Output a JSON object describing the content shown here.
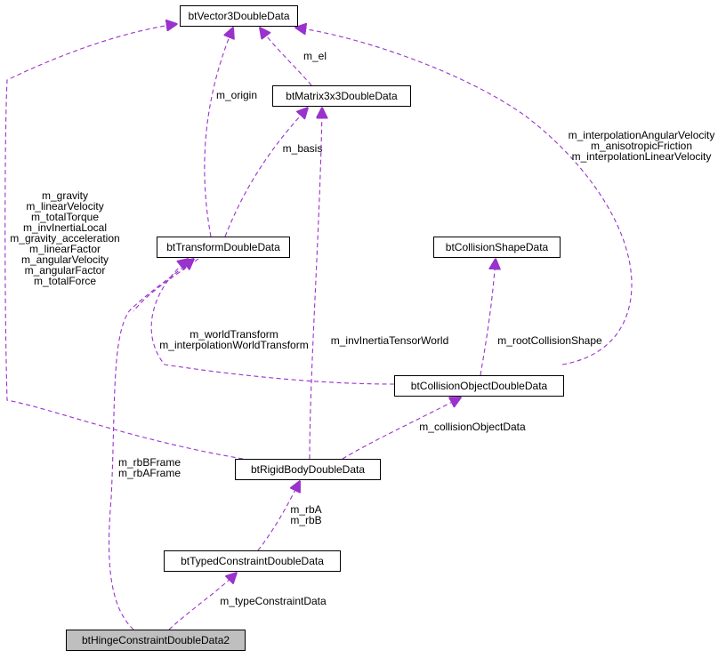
{
  "nodes": {
    "vector3": "btVector3DoubleData",
    "matrix3x3": "btMatrix3x3DoubleData",
    "transform": "btTransformDoubleData",
    "collision_shape": "btCollisionShapeData",
    "collision_object": "btCollisionObjectDoubleData",
    "rigid_body": "btRigidBodyDoubleData",
    "typed_constraint": "btTypedConstraintDoubleData",
    "hinge": "btHingeConstraintDoubleData2"
  },
  "edge_labels": {
    "el": [
      "m_el"
    ],
    "origin": [
      "m_origin"
    ],
    "basis": [
      "m_basis"
    ],
    "rigid_vectors": [
      "m_gravity",
      "m_linearVelocity",
      "m_totalTorque",
      "m_invInertiaLocal",
      "m_gravity_acceleration",
      "m_linearFactor",
      "m_angularVelocity",
      "m_angularFactor",
      "m_totalForce"
    ],
    "collision_vectors": [
      "m_interpolationAngularVelocity",
      "m_anisotropicFriction",
      "m_interpolationLinearVelocity"
    ],
    "world_transform": [
      "m_worldTransform",
      "m_interpolationWorldTransform"
    ],
    "inv_inertia": [
      "m_invInertiaTensorWorld"
    ],
    "root_shape": [
      "m_rootCollisionShape"
    ],
    "collision_object_data": [
      "m_collisionObjectData"
    ],
    "frames": [
      "m_rbBFrame",
      "m_rbAFrame"
    ],
    "rb_ab": [
      "m_rbA",
      "m_rbB"
    ],
    "type_constraint": [
      "m_typeConstraintData"
    ]
  },
  "colors": {
    "edge": "#9a32cd",
    "highlight_fill": "#bfbfbf",
    "node_border": "#000000"
  }
}
